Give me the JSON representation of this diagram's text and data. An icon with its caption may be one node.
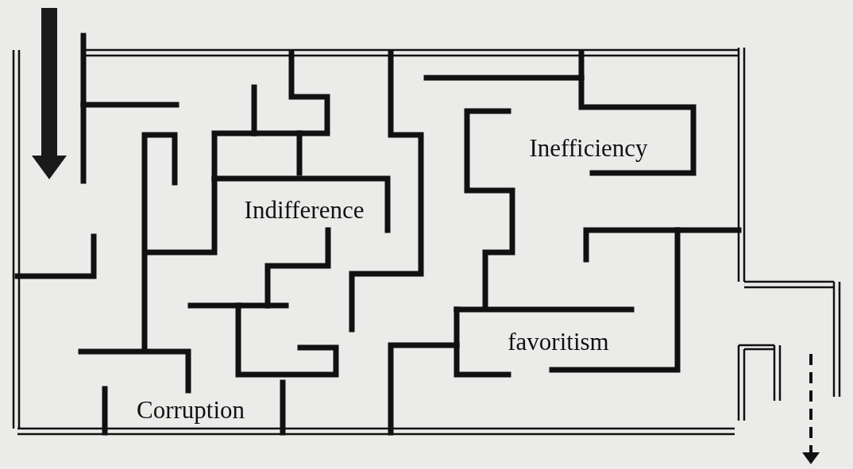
{
  "diagram": {
    "labels": [
      "Inefficiency",
      "Indifference",
      "favoritism",
      "Corruption"
    ]
  }
}
